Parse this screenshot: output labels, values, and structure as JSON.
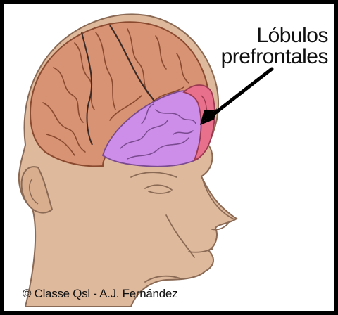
{
  "diagram": {
    "label_line1": "Lóbulos",
    "label_line2": "prefrontales",
    "credit": "© Classe Qsl - A.J. Fernández"
  },
  "colors": {
    "frame": "#000000",
    "skin": "#dfb99c",
    "skin_outline": "#8a6a55",
    "brain": "#d89374",
    "brain_outline": "#8a4a30",
    "frontal_lobe": "#cc8ee8",
    "prefrontal_lobe": "#e9708c",
    "arrow": "#000000"
  }
}
